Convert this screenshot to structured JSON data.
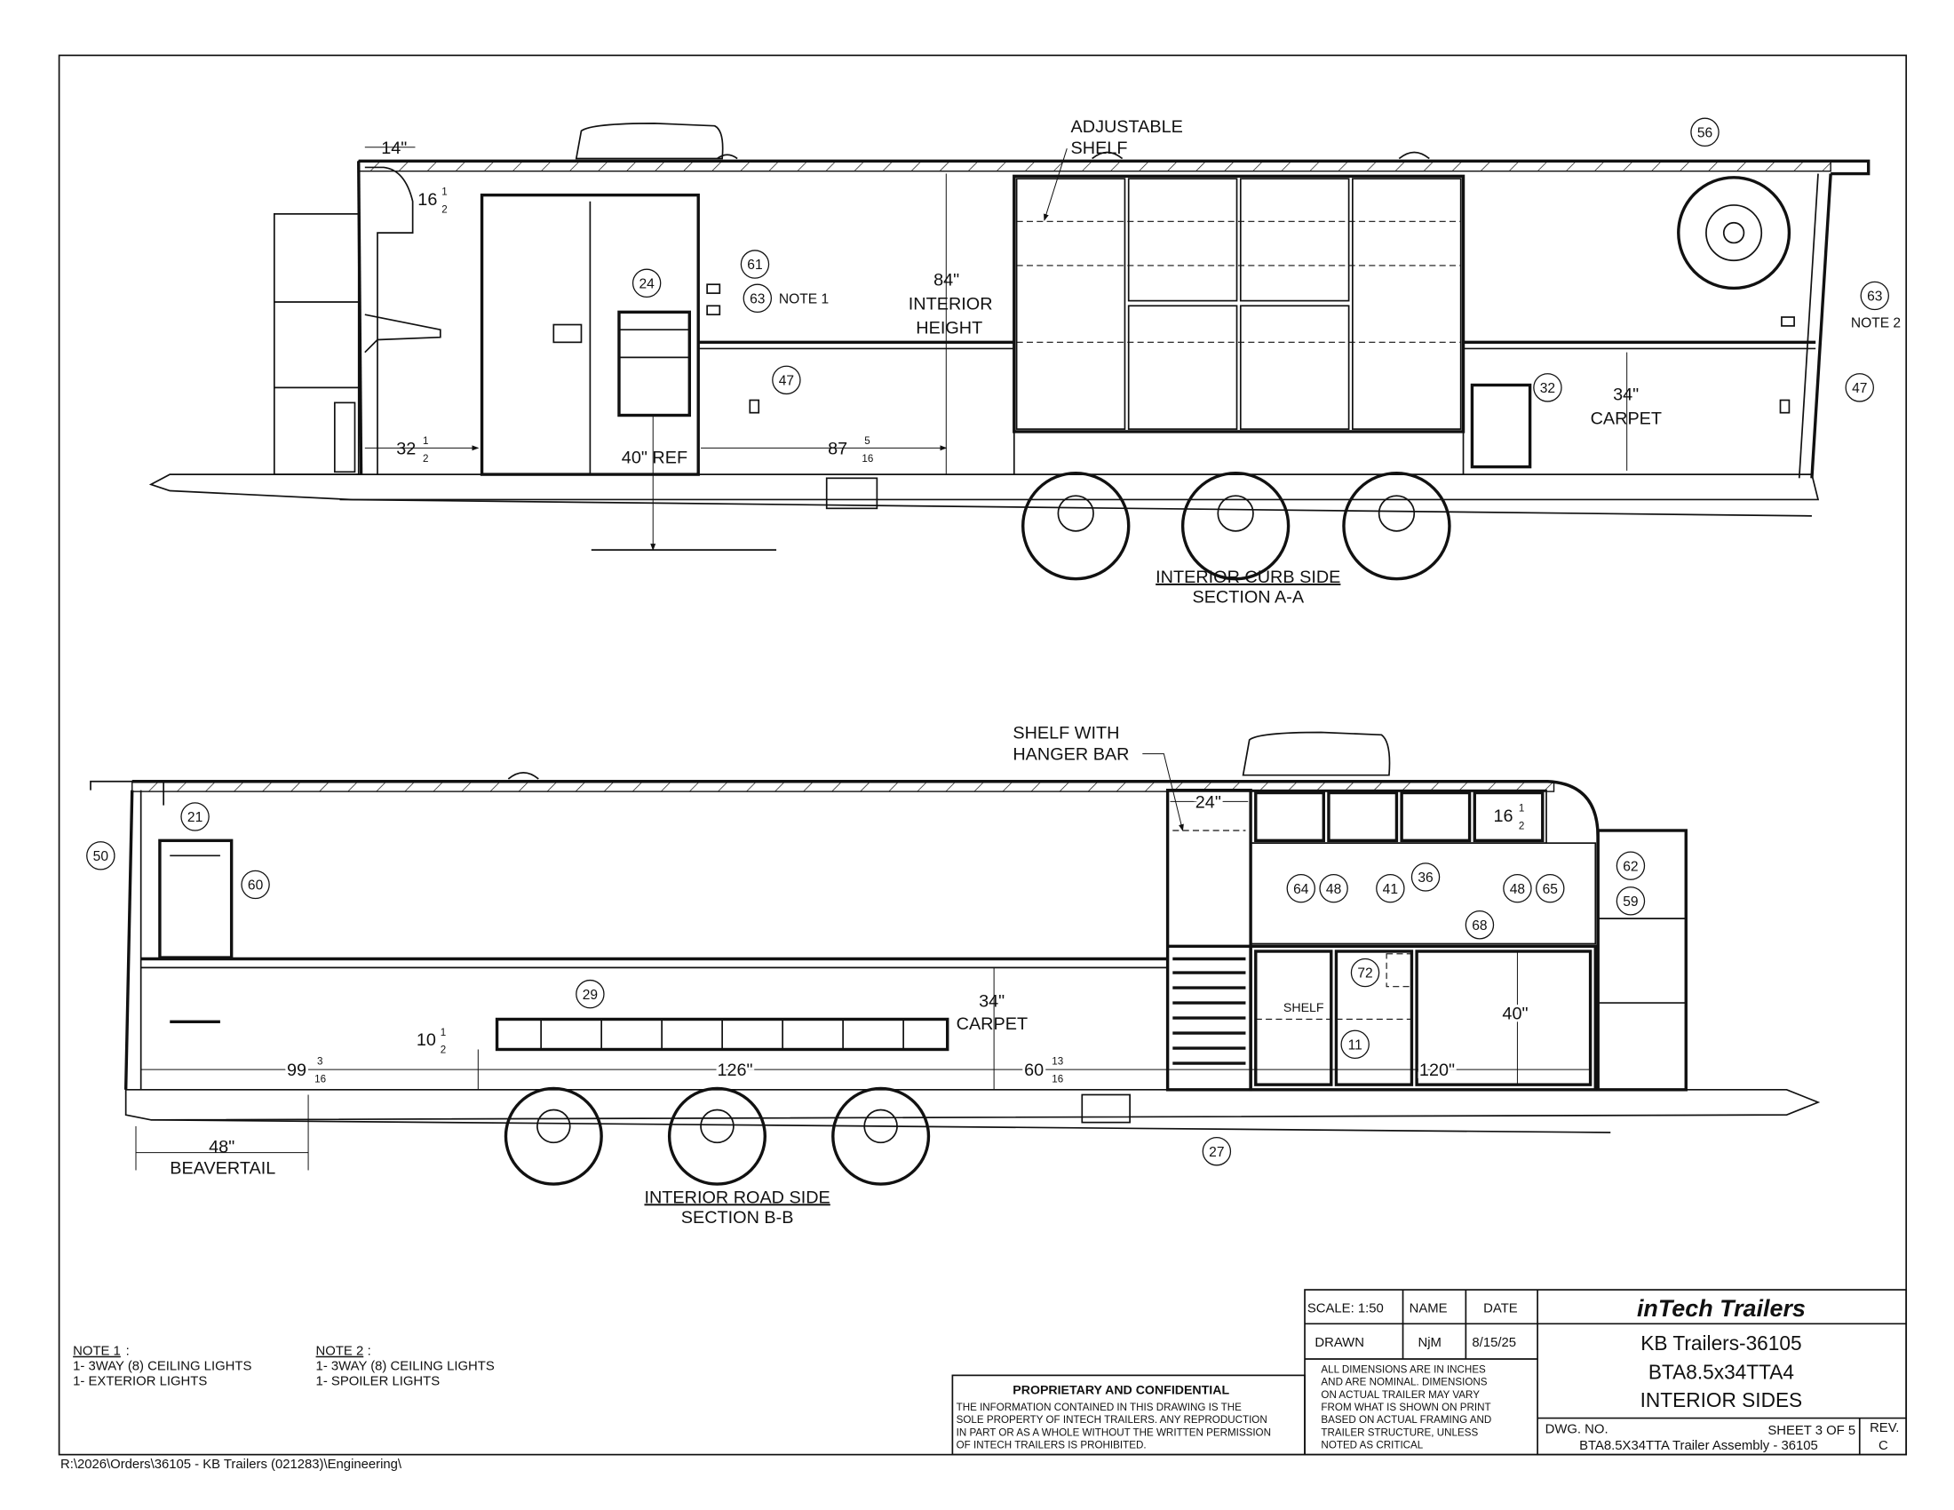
{
  "drawing": {
    "top_view": {
      "title": "INTERIOR CURB SIDE",
      "subtitle": "SECTION A-A",
      "labels": {
        "adjustable_shelf_1": "ADJUSTABLE",
        "adjustable_shelf_2": "SHELF",
        "interior_height_value": "84\"",
        "interior_height_1": "INTERIOR",
        "interior_height_2": "HEIGHT",
        "carpet_value": "34\"",
        "carpet": "CARPET",
        "note1_tag": "NOTE 1",
        "note2_tag": "NOTE 2"
      },
      "dimensions": {
        "d14": "14\"",
        "d16_whole": "16",
        "d16_num": "1",
        "d16_den": "2",
        "d32_whole": "32",
        "d32_num": "1",
        "d32_den": "2",
        "d40ref": "40\" REF",
        "d87_whole": "87",
        "d87_num": "5",
        "d87_den": "16"
      },
      "balloons": [
        "56",
        "61",
        "63",
        "24",
        "47",
        "32",
        "63",
        "47"
      ]
    },
    "bottom_view": {
      "title": "INTERIOR ROAD SIDE",
      "subtitle": "SECTION B-B",
      "labels": {
        "shelf_hanger_1": "SHELF WITH",
        "shelf_hanger_2": "HANGER BAR",
        "carpet_value": "34\"",
        "carpet": "CARPET",
        "shelf": "SHELF",
        "beavertail_value": "48\"",
        "beavertail": "BEAVERTAIL"
      },
      "dimensions": {
        "d24": "24\"",
        "d16_whole": "16",
        "d16_num": "1",
        "d16_den": "2",
        "d10_whole": "10",
        "d10_num": "1",
        "d10_den": "2",
        "d99_whole": "99",
        "d99_num": "3",
        "d99_den": "16",
        "d126": "126\"",
        "d60_whole": "60",
        "d60_num": "13",
        "d60_den": "16",
        "d120": "120\"",
        "d40": "40\""
      },
      "balloons": [
        "21",
        "50",
        "60",
        "29",
        "36",
        "64",
        "48",
        "41",
        "68",
        "48",
        "65",
        "62",
        "59",
        "72",
        "11",
        "27"
      ]
    }
  },
  "notes": {
    "note1_title": "NOTE 1",
    "note1_lines": [
      "1- 3WAY (8) CEILING LIGHTS",
      "1- EXTERIOR LIGHTS"
    ],
    "note2_title": "NOTE 2",
    "note2_lines": [
      "1- 3WAY (8) CEILING LIGHTS",
      "1- SPOILER LIGHTS"
    ]
  },
  "file_path": "R:\\2026\\Orders\\36105 - KB Trailers (021283)\\Engineering\\",
  "title_block": {
    "proprietary_title": "PROPRIETARY AND CONFIDENTIAL",
    "proprietary_lines": [
      "THE INFORMATION CONTAINED IN THIS DRAWING IS THE",
      "SOLE PROPERTY OF INTECH TRAILERS.  ANY REPRODUCTION",
      "IN PART OR AS A WHOLE WITHOUT THE WRITTEN PERMISSION",
      "OF INTECH TRAILERS IS  PROHIBITED."
    ],
    "scale": "SCALE: 1:50",
    "name_header": "NAME",
    "date_header": "DATE",
    "drawn_label": "DRAWN",
    "drawn_name": "NjM",
    "drawn_date": "8/15/25",
    "disclaimer_lines": [
      "ALL DIMENSIONS ARE IN INCHES",
      "AND ARE NOMINAL.  DIMENSIONS",
      "ON ACTUAL TRAILER MAY VARY",
      "FROM WHAT IS SHOWN ON PRINT",
      "BASED ON ACTUAL FRAMING AND",
      "TRAILER STRUCTURE, UNLESS",
      "NOTED AS CRITICAL"
    ],
    "company": "inTech Trailers",
    "title_lines": [
      "KB Trailers-36105",
      "BTA8.5x34TTA4",
      "INTERIOR SIDES"
    ],
    "dwg_no_label": "DWG.  NO.",
    "sheet": "SHEET 3 OF 5",
    "dwg_no": "BTA8.5X34TTA Trailer Assembly - 36105",
    "rev_label": "REV.",
    "rev": "C"
  }
}
